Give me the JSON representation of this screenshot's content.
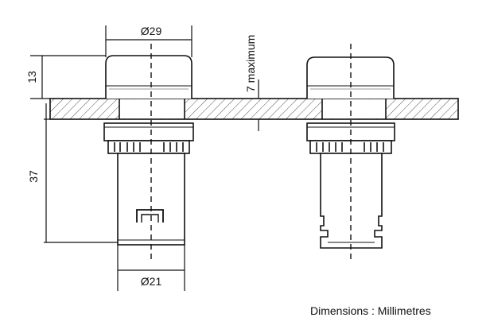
{
  "dimensions": {
    "top_diameter": "Ø29",
    "top_height": "13",
    "panel_thickness": "7 maximum",
    "body_height": "37",
    "bottom_diameter": "Ø21"
  },
  "caption": "Dimensions : Millimetres"
}
